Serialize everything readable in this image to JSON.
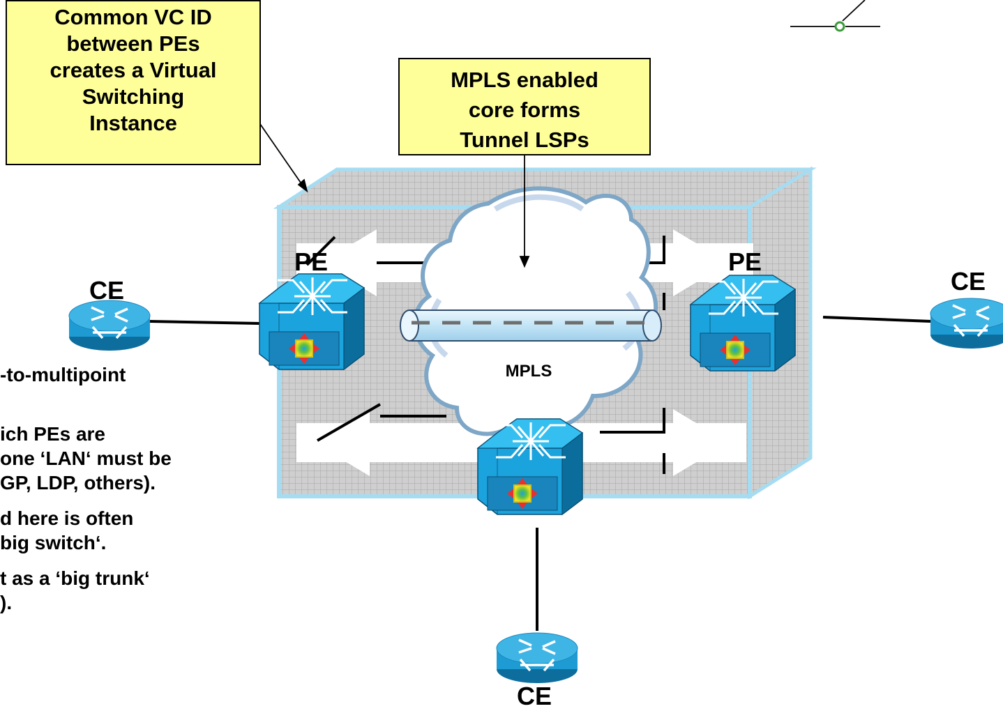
{
  "callouts": {
    "vsi": [
      "Common VC ID",
      "between PEs",
      "creates a Virtual",
      "Switching",
      "Instance"
    ],
    "mpls": [
      "MPLS enabled",
      "core  forms",
      "Tunnel LSPs"
    ]
  },
  "labels": {
    "pe_left": "PE",
    "pe_right": "PE",
    "ce_left": "CE",
    "ce_right": "CE",
    "ce_bottom": "CE",
    "cloud": "MPLS"
  },
  "bullets": [
    "-to-multipoint",
    "",
    "ich PEs are",
    " one ‘LAN‘ must be",
    "GP, LDP, others).",
    "d here is often",
    "big switch‘.",
    "t as a ‘big trunk‘",
    ")."
  ],
  "colors": {
    "callout_fill": "#ffff99",
    "box_border": "#a6dcf2",
    "switch_front": "#1aa3dd",
    "switch_top": "#35bff0",
    "switch_side": "#0a6d9c",
    "router": "#1f9bd3",
    "tunnel": "#d7eefa"
  }
}
